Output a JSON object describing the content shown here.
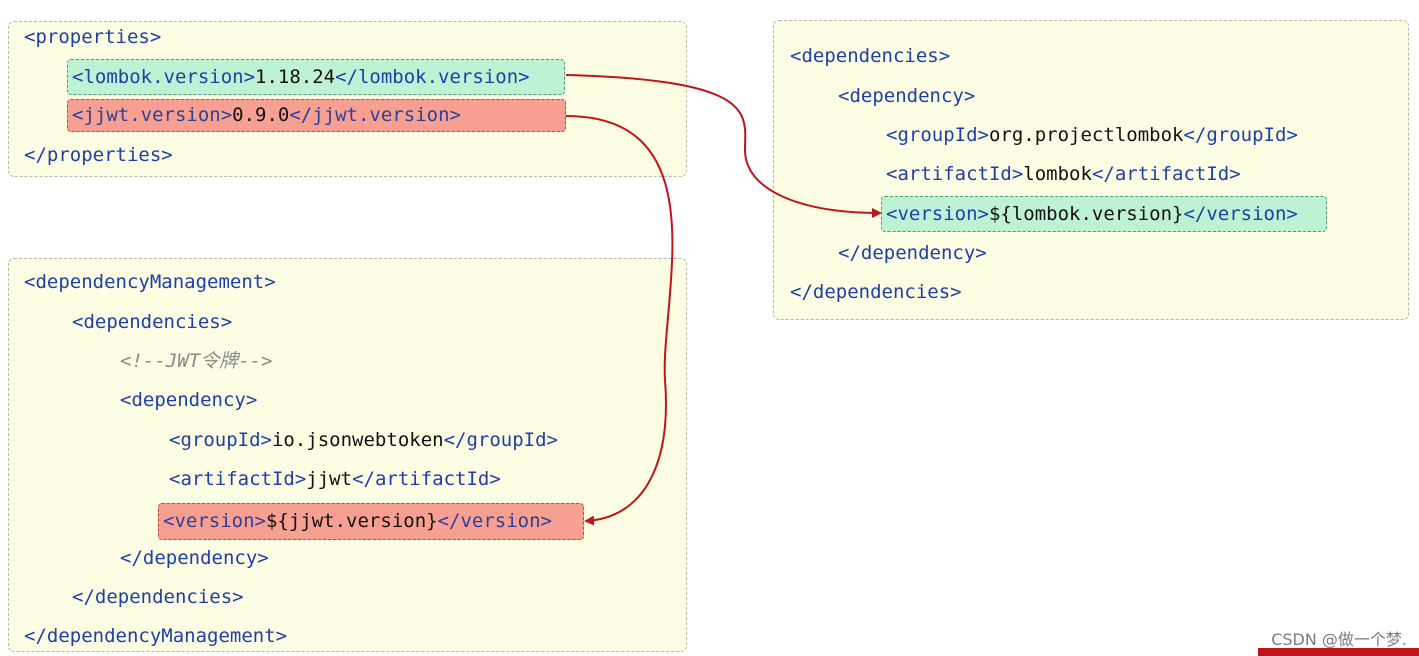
{
  "properties_box": {
    "open_lt": "<",
    "open_name": "properties",
    "open_gt": ">",
    "lombok": {
      "open": "<lombok.version>",
      "value": "1.18.24",
      "close": "</lombok.version>"
    },
    "jjwt": {
      "open": "<jjwt.version>",
      "value": "0.9.0",
      "close": "</jjwt.version>"
    },
    "close_lt": "</",
    "close_name": "properties",
    "close_gt": ">"
  },
  "dependencies_box": {
    "deps_open": "dependencies",
    "dep_open": "dependency",
    "group_tag": "groupId",
    "group_value": "org.projectlombok",
    "artifact_tag": "artifactId",
    "artifact_value": "lombok",
    "version_tag": "version",
    "version_value": "${lombok.version}",
    "dep_close": "dependency",
    "deps_close": "dependencies"
  },
  "management_box": {
    "mgmt_open": "dependencyManagement",
    "deps_open": "dependencies",
    "comment": "<!--JWT令牌-->",
    "dep_open": "dependency",
    "group_tag": "groupId",
    "group_value": "io.jsonwebtoken",
    "artifact_tag": "artifactId",
    "artifact_value": "jjwt",
    "version_tag": "version",
    "version_value": "${jjwt.version}",
    "dep_close": "dependency",
    "deps_close": "dependencies",
    "mgmt_close": "dependencyManagement"
  },
  "colors": {
    "box_background": "#fdfde3",
    "tag_blue": "#1d3fa8",
    "highlight_green": "#bff1d4",
    "highlight_red": "#f7a092",
    "arrow_red": "#c0141b"
  },
  "watermark": "CSDN @做一个梦."
}
